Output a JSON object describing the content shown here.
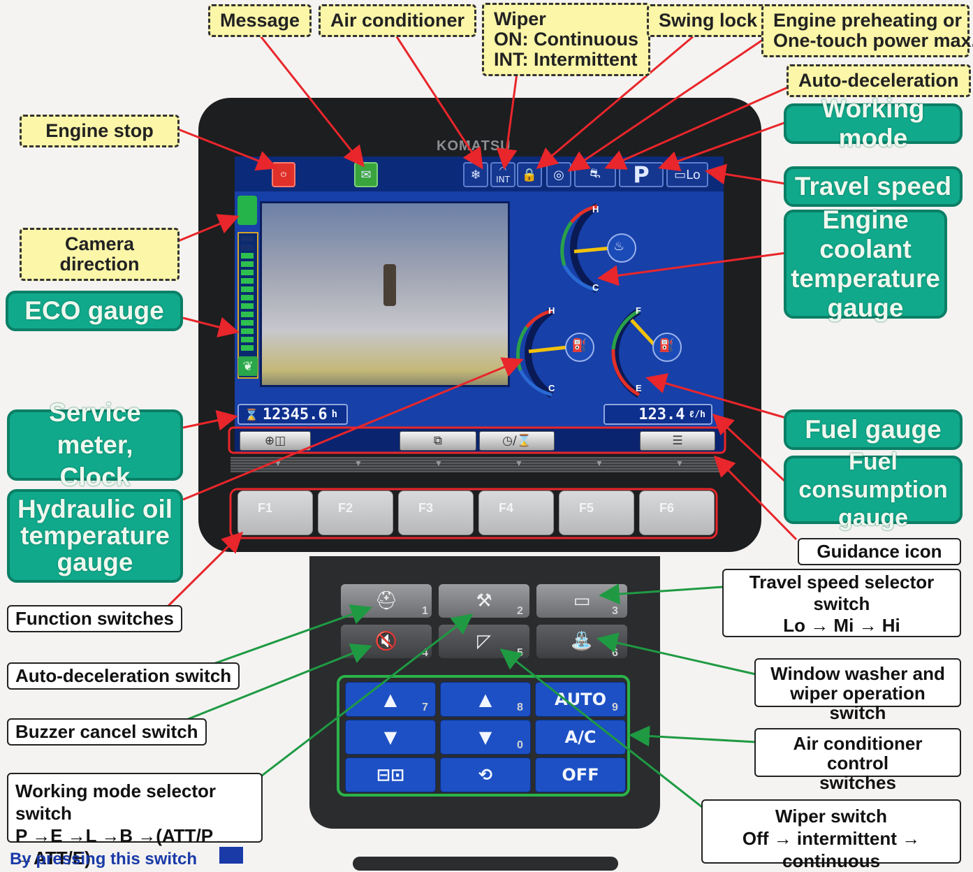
{
  "brand": "KOMATSU",
  "callouts": {
    "message": "Message",
    "air_conditioner": "Air conditioner",
    "wiper": [
      "Wiper",
      "ON: Continuous",
      "INT: Intermittent"
    ],
    "swing_lock": "Swing lock",
    "engine_preheat": [
      "Engine preheating or",
      "One-touch power max."
    ],
    "auto_decel": "Auto-deceleration",
    "engine_stop": "Engine stop",
    "camera_direction": "Camera direction",
    "working_mode": "Working mode",
    "travel_speed": "Travel speed",
    "coolant": [
      "Engine coolant",
      "temperature",
      "gauge"
    ],
    "eco_gauge": "ECO gauge",
    "service_meter": [
      "Service meter,",
      "Clock"
    ],
    "hydraulic_oil": [
      "Hydraulic oil",
      "temperature",
      "gauge"
    ],
    "fuel_gauge": "Fuel gauge",
    "fuel_consumption": [
      "Fuel consumption",
      "gauge"
    ],
    "guidance_icon": "Guidance icon",
    "function_switches": "Function switches",
    "travel_selector": [
      "Travel speed selector switch",
      "Lo → Mi → Hi"
    ],
    "auto_decel_switch": "Auto-deceleration switch",
    "washer": [
      "Window washer and",
      "wiper operation switch"
    ],
    "buzzer_cancel": "Buzzer cancel switch",
    "ac_control": [
      "Air conditioner control",
      "switches"
    ],
    "working_mode_selector": [
      "Working mode selector switch",
      "P →E →L →B →(ATT/P →ATT/E)"
    ],
    "wiper_switch": [
      "Wiper switch",
      "Off → intermittent → continuous"
    ],
    "bottom_text": "By pressing this switch"
  },
  "screen": {
    "service_hours": "12345.6",
    "service_unit": "h",
    "fuel_rate": "123.4",
    "fuel_unit": "ℓ/h",
    "mode": "P",
    "travel": "Lo",
    "wiper_state": "INT",
    "gauge_labels": {
      "hot": "H",
      "cold": "C",
      "full": "F",
      "empty": "E"
    },
    "eco_level": 0.85
  },
  "function_keys": [
    "F1",
    "F2",
    "F3",
    "F4",
    "F5",
    "F6"
  ],
  "keypad": {
    "row1_nums": [
      "1",
      "2",
      "3"
    ],
    "row2_nums": [
      "4",
      "5",
      "6"
    ],
    "ac_nums": [
      "7",
      "8",
      "9",
      "0"
    ],
    "auto": "AUTO",
    "ac": "A/C",
    "off": "OFF"
  },
  "colors": {
    "callout_yellow": "#fbf6a8",
    "callout_green": "#11a98b",
    "arrow_red": "#e8262b",
    "arrow_green": "#1f9a43",
    "screen_blue": "#1740a8"
  }
}
